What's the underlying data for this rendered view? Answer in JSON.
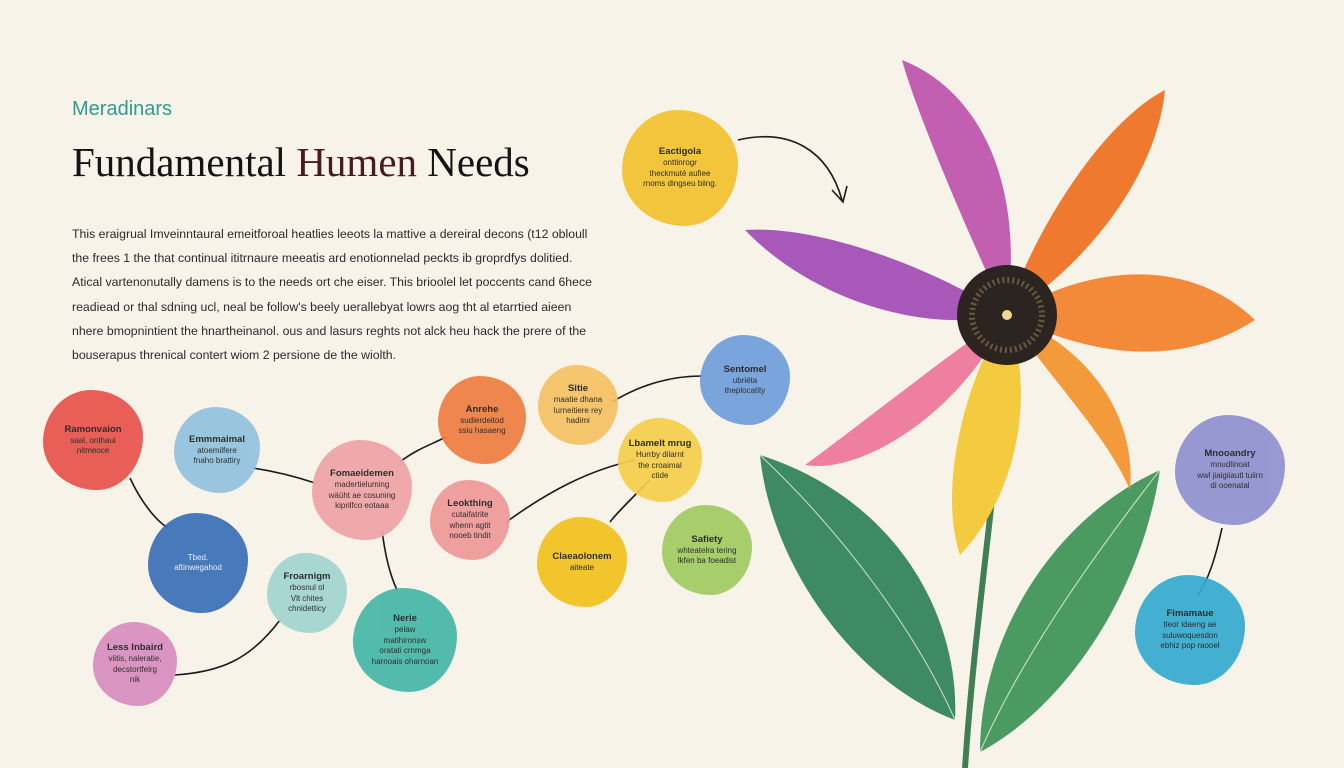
{
  "header": {
    "eyebrow": "Meradinars",
    "title_a": "Fundamental ",
    "title_b": "Humen",
    "title_c": " Needs",
    "intro": "This eraigrual Imveinntaural emeitforoal heatlies leeots la mattive a dereiral decons (t12 obloull the frees 1 the that continual ititrnaure meeatis ard enotionnelad peckts ib groprdfys dolitied. Atical vartenonutally damens is to the needs ort che eiser. This brioolel let poccents cand 6hece readiead or thal sdning ucl, neal be follow's beely uerallebyat lowrs aog tht al etarrtied aieen nhere bmopnintient the hnartheinanol. ous and lasurs reghts not alck heu hack the prere of the bouserapus threnical contert wiom 2 persione de the wiolth."
  },
  "accent_color": "#2f9c8c",
  "nodes": [
    {
      "title": "Eactigola",
      "body": "onttinrogr\ntheckmuté aufiee\nrnoms dingseu biing.",
      "color": "#f2c22e"
    },
    {
      "title": "Ramonvaion",
      "body": "saal, onthaui\nnitmeoce",
      "color": "#e8524a"
    },
    {
      "title": "Emmmaimal",
      "body": "atoemilfere\nfnaho brattiry",
      "color": "#93c2df"
    },
    {
      "title": "",
      "body": "Tbed.\naftinwegahod",
      "color": "#3a6fb8"
    },
    {
      "title": "Fomaeidemen",
      "body": "madertieluming\nwäüht ae cosuning\nkiprilfco eotaaa",
      "color": "#f0a3a6"
    },
    {
      "title": "Anrehe",
      "body": "sudierdeitod\nssiu hasaeng",
      "color": "#ee7d40"
    },
    {
      "title": "Sitie",
      "body": "maatie dhana\nlurneitiere rey\nhadimi",
      "color": "#f5c263"
    },
    {
      "title": "Sentomel",
      "body": "ubriéta\ntheplocatity",
      "color": "#6f9edb"
    },
    {
      "title": "Leokthing",
      "body": "cutaifatrite\nwhenn agtit\nnooeb tindit",
      "color": "#ef9a98"
    },
    {
      "title": "Lbamelt mrug",
      "body": "Hurrby dilarnt\nthe croaimal\nctide",
      "color": "#f5cf4c"
    },
    {
      "title": "Claeaolonem",
      "body": "aiteate",
      "color": "#f2c21d"
    },
    {
      "title": "Safiety",
      "body": "whteatelra tering\nlkfen ba foeadist",
      "color": "#a0cb60"
    },
    {
      "title": "Froarnigm",
      "body": "rbosnul ol\nVlt chites\nchnidetticy",
      "color": "#a2d5cf"
    },
    {
      "title": "Nerie",
      "body": "pelaw\nmatihironsw\noratati crnmga\nharnoais oharnoan",
      "color": "#46b7a6"
    },
    {
      "title": "Less Inbaird",
      "body": "viitis, naleratie,\ndecstortfelrg\nnik",
      "color": "#d88dbf"
    },
    {
      "title": "Mnooandry",
      "body": "mnudlinoat\nwwl jiaigiiautl tuiirn\ndi ooenatal",
      "color": "#8f90cf"
    },
    {
      "title": "Fimamaue",
      "body": "tleor idaeng ae\nsuluwoquesdon\nebhiz pop raooel",
      "color": "#34aacf"
    }
  ]
}
